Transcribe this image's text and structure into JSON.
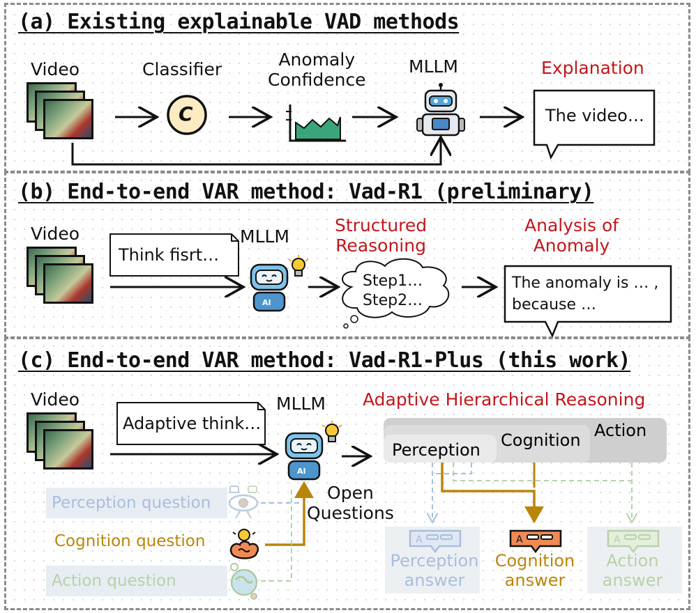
{
  "panels": {
    "a": {
      "title": "(a) Existing explainable VAD methods",
      "video": "Video",
      "classifier": "Classifier",
      "classifier_glyph": "C",
      "anomaly_confidence": "Anomaly\nConfidence",
      "mllm": "MLLM",
      "explanation": "Explanation",
      "bubble": "The video…"
    },
    "b": {
      "title": "(b) End-to-end VAR method: Vad-R1 (preliminary)",
      "video": "Video",
      "prompt": "Think fisrt…",
      "mllm": "MLLM",
      "structured_reasoning": "Structured\nReasoning",
      "steps": "Step1…\nStep2…",
      "analysis": "Analysis of\nAnomaly",
      "bubble": "The anomaly is … ,\nbecause …"
    },
    "c": {
      "title": "(c) End-to-end VAR method: Vad-R1-Plus (this work)",
      "video": "Video",
      "prompt": "Adaptive think…",
      "mllm": "MLLM",
      "adaptive": "Adaptive Hierarchical Reasoning",
      "stages": [
        "Perception",
        "Cognition",
        "Action"
      ],
      "open_questions": "Open\nQuestions",
      "questions": [
        "Perception question",
        "Cognition question",
        "Action question"
      ],
      "answers": [
        "Perception\nanswer",
        "Cognition\nanswer",
        "Action\nanswer"
      ]
    }
  },
  "colors": {
    "red": "#c0171d",
    "gold": "#b8860b",
    "perception": "#a9bedc",
    "action": "#b7d2a8",
    "cognition_icon": "#f08a55",
    "classifier_fill": "#fdebc3",
    "confidence_fill": "#3aa57a"
  },
  "icons": {
    "mllm": "robot-icon",
    "idea": "lightbulb-icon",
    "perception": "eye-road-icon",
    "cognition": "brain-icon",
    "action": "globe-icon",
    "answer": "chat-bubble-icon"
  }
}
